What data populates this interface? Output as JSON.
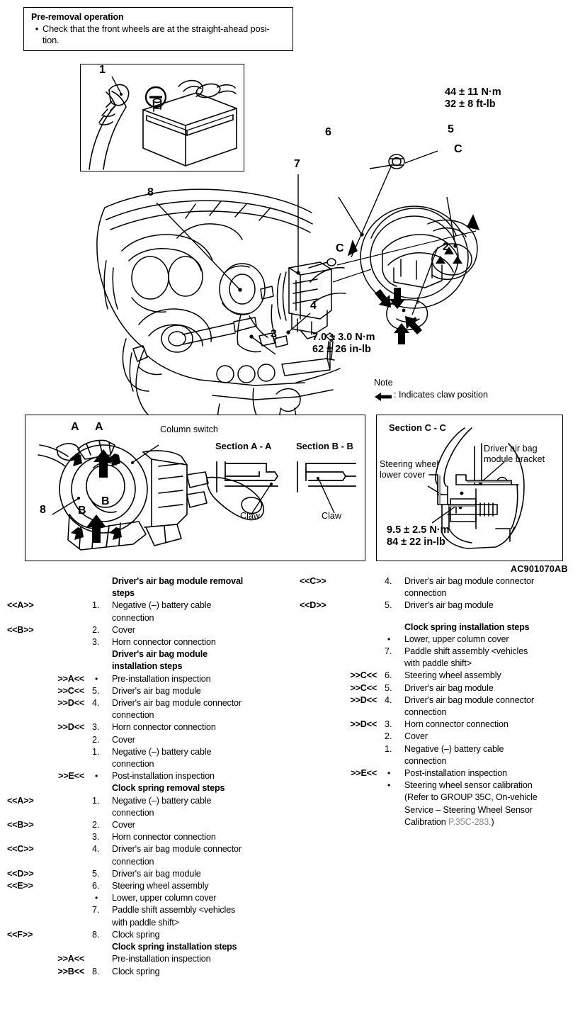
{
  "pre_removal": {
    "title": "Pre-removal operation",
    "bullet_glyph": "•",
    "items": [
      "Check that the front wheels are at the straight-ahead posi-\ntion."
    ]
  },
  "figure": {
    "id_code": "AC901070AB",
    "callouts": [
      "1",
      "2",
      "3",
      "4",
      "5",
      "6",
      "7",
      "8"
    ],
    "section_markers": [
      "A",
      "A",
      "B",
      "B",
      "C",
      "C",
      "C"
    ],
    "torque_specs": [
      {
        "id": "steering-wheel-nut",
        "metric": "44 ± 11 N·m",
        "imperial": "32 ± 8 ft-lb"
      },
      {
        "id": "clock-spring-screw",
        "metric": "7.0 ± 3.0 N·m",
        "imperial": "62 ± 26 in-lb"
      },
      {
        "id": "air-bag-module-bolt",
        "metric": "9.5 ± 2.5 N·m",
        "imperial": "84 ± 22 in-lb"
      }
    ],
    "note": {
      "label": "Note",
      "arrow_glyph": "←",
      "text": ": Indicates claw position"
    },
    "battery_inset": {
      "callout": "1",
      "terminal_symbol": "⊖"
    },
    "lower_left_panel": {
      "callout": "8",
      "marks": [
        "A",
        "A",
        "B",
        "B"
      ],
      "column_switch_label": "Column switch",
      "section_a_title": "Section A - A",
      "section_b_title": "Section B - B",
      "claw_label_a": "Claw",
      "claw_label_b": "Claw"
    },
    "lower_right_panel": {
      "section_c_title": "Section C - C",
      "steering_wheel_lower_cover": "Steering wheel\nlower cover",
      "module_bracket": "Driver air bag\nmodule bracket",
      "torque_metric": "9.5 ± 2.5 N·m",
      "torque_imperial": "84 ± 22 in-lb"
    }
  },
  "steps": {
    "left_column": [
      {
        "mark": "",
        "num": "",
        "text": "Driver's air bag module removal\nsteps",
        "head": true
      },
      {
        "mark": "<<A>>",
        "num": "1.",
        "text": "Negative (–) battery cable\nconnection"
      },
      {
        "mark": "<<B>>",
        "num": "2.",
        "text": "Cover"
      },
      {
        "mark": "",
        "num": "3.",
        "text": "Horn connector connection"
      },
      {
        "mark": "",
        "num": "",
        "text": "Driver's air bag module\ninstallation steps",
        "head": true
      },
      {
        "mark": ">>A<<",
        "num": "•",
        "text": "Pre-installation inspection",
        "bullet": true,
        "mark_right": true
      },
      {
        "mark": ">>C<<",
        "num": "5.",
        "text": "Driver's air bag module",
        "mark_right": true
      },
      {
        "mark": ">>D<<",
        "num": "4.",
        "text": "Driver's air bag module connector\nconnection",
        "mark_right": true
      },
      {
        "mark": ">>D<<",
        "num": "3.",
        "text": "Horn connector connection",
        "mark_right": true
      },
      {
        "mark": "",
        "num": "2.",
        "text": "Cover"
      },
      {
        "mark": "",
        "num": "1.",
        "text": "Negative (–) battery cable\nconnection"
      },
      {
        "mark": ">>E<<",
        "num": "•",
        "text": "Post-installation inspection",
        "bullet": true,
        "mark_right": true
      },
      {
        "mark": "",
        "num": "",
        "text": "Clock spring removal steps",
        "head": true
      },
      {
        "mark": "<<A>>",
        "num": "1.",
        "text": "Negative (–) battery cable\nconnection"
      },
      {
        "mark": "<<B>>",
        "num": "2.",
        "text": "Cover"
      },
      {
        "mark": "",
        "num": "3.",
        "text": "Horn connector connection"
      },
      {
        "mark": "<<C>>",
        "num": "4.",
        "text": "Driver's air bag module connector\nconnection"
      },
      {
        "mark": "<<D>>",
        "num": "5.",
        "text": "Driver's air bag module"
      },
      {
        "mark": "<<E>>",
        "num": "6.",
        "text": "Steering wheel assembly"
      },
      {
        "mark": "",
        "num": "•",
        "text": "Lower, upper column cover",
        "bullet": true
      },
      {
        "mark": "",
        "num": "7.",
        "text": "Paddle shift assembly <vehicles\nwith paddle shift>"
      },
      {
        "mark": "<<F>>",
        "num": "8.",
        "text": "Clock spring"
      },
      {
        "mark": "",
        "num": "",
        "text": "Clock spring installation steps",
        "head": true
      },
      {
        "mark": ">>A<<",
        "num": "",
        "text": "Pre-installation inspection",
        "mark_right": true
      },
      {
        "mark": ">>B<<",
        "num": "8.",
        "text": "Clock spring",
        "mark_right": true
      }
    ],
    "right_column": [
      {
        "mark": "<<C>>",
        "num": "4.",
        "text": "Driver's air bag module connector\nconnection"
      },
      {
        "mark": "<<D>>",
        "num": "5.",
        "text": "Driver's air bag module"
      },
      {
        "mark": "",
        "num": "",
        "text": "Clock spring installation steps",
        "head": true,
        "gap": true
      },
      {
        "mark": "",
        "num": "•",
        "text": "Lower, upper column cover",
        "bullet": true
      },
      {
        "mark": "",
        "num": "7.",
        "text": "Paddle shift assembly <vehicles\nwith paddle shift>"
      },
      {
        "mark": ">>C<<",
        "num": "6.",
        "text": "Steering wheel assembly",
        "mark_right": true
      },
      {
        "mark": ">>C<<",
        "num": "5.",
        "text": "Driver's air bag module",
        "mark_right": true
      },
      {
        "mark": ">>D<<",
        "num": "4.",
        "text": "Driver's air bag module connector\nconnection",
        "mark_right": true
      },
      {
        "mark": ">>D<<",
        "num": "3.",
        "text": "Horn connector connection",
        "mark_right": true
      },
      {
        "mark": "",
        "num": "2.",
        "text": "Cover"
      },
      {
        "mark": "",
        "num": "1.",
        "text": "Negative (–) battery cable\nconnection"
      },
      {
        "mark": ">>E<<",
        "num": "•",
        "text": "Post-installation inspection",
        "bullet": true,
        "mark_right": true
      },
      {
        "mark": "",
        "num": "•",
        "text": "Steering wheel sensor calibration\n(Refer to GROUP 35C, On-vehicle\nService – Steering Wheel Sensor\nCalibration ",
        "bullet": true,
        "ref": "P.35C-283.",
        "suffix": ")"
      }
    ]
  }
}
